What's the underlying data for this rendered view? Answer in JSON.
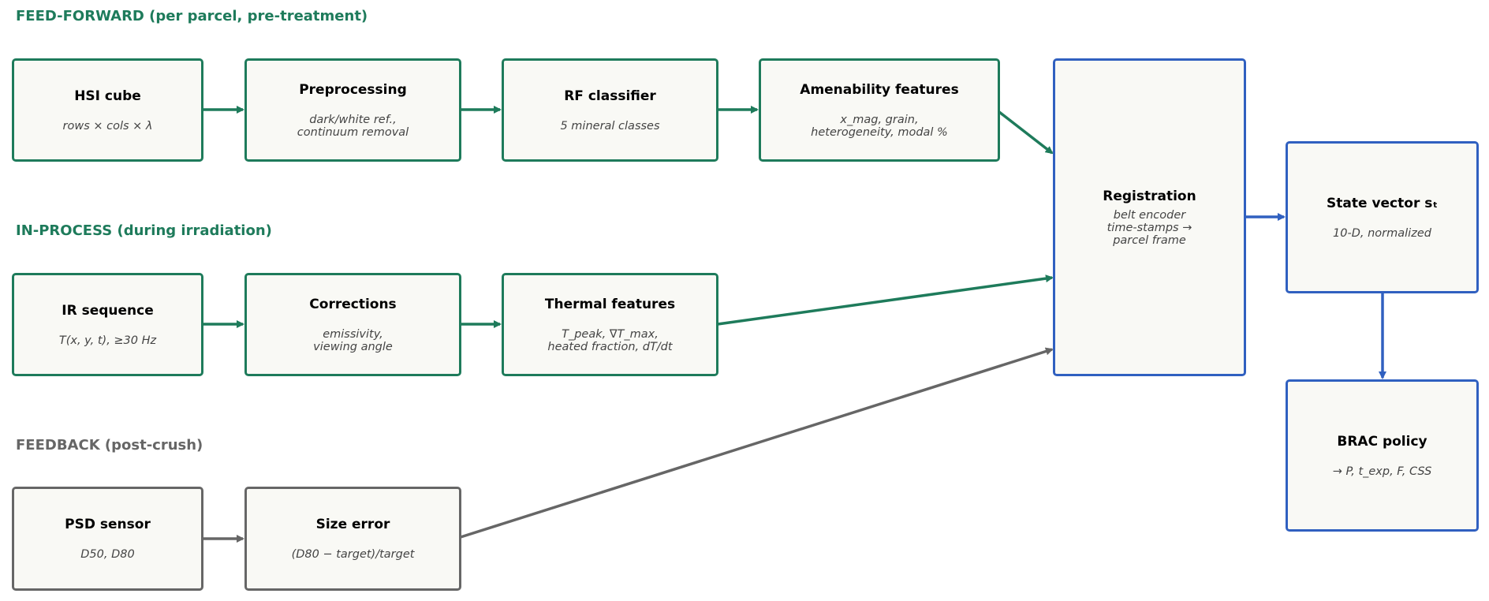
{
  "colors": {
    "feed_forward": "#1e7b5b",
    "in_process": "#1e7b5b",
    "feedback": "#666666",
    "core": "#3060c0",
    "box_fill": "#f9f9f5"
  },
  "sections": {
    "feed_forward": "FEED-FORWARD (per parcel, pre-treatment)",
    "in_process": "IN-PROCESS (during irradiation)",
    "feedback": "FEEDBACK (post-crush)"
  },
  "nodes": {
    "hsi_cube": {
      "title": "HSI cube",
      "subtitle": "rows × cols × λ"
    },
    "preprocessing": {
      "title": "Preprocessing",
      "subtitle": "dark/white ref.,\ncontinuum removal"
    },
    "rf_classifier": {
      "title": "RF classifier",
      "subtitle": "5 mineral classes"
    },
    "amenability": {
      "title": "Amenability features",
      "subtitle": "x_mag, grain,\nheterogeneity, modal %"
    },
    "registration": {
      "title": "Registration",
      "subtitle": "belt encoder\ntime-stamps →\nparcel frame"
    },
    "state_vector": {
      "title": "State vector sₜ",
      "subtitle": "10-D, normalized"
    },
    "ir_sequence": {
      "title": "IR sequence",
      "subtitle": "T(x, y, t), ≥30 Hz"
    },
    "corrections": {
      "title": "Corrections",
      "subtitle": "emissivity,\nviewing angle"
    },
    "thermal": {
      "title": "Thermal features",
      "subtitle": "T_peak, ∇T_max,\nheated fraction, dT/dt"
    },
    "brac_policy": {
      "title": "BRAC policy",
      "subtitle": "→ P, t_exp, F, CSS"
    },
    "psd_sensor": {
      "title": "PSD sensor",
      "subtitle": "D50, D80"
    },
    "size_error": {
      "title": "Size error",
      "subtitle": "(D80 − target)/target"
    }
  }
}
